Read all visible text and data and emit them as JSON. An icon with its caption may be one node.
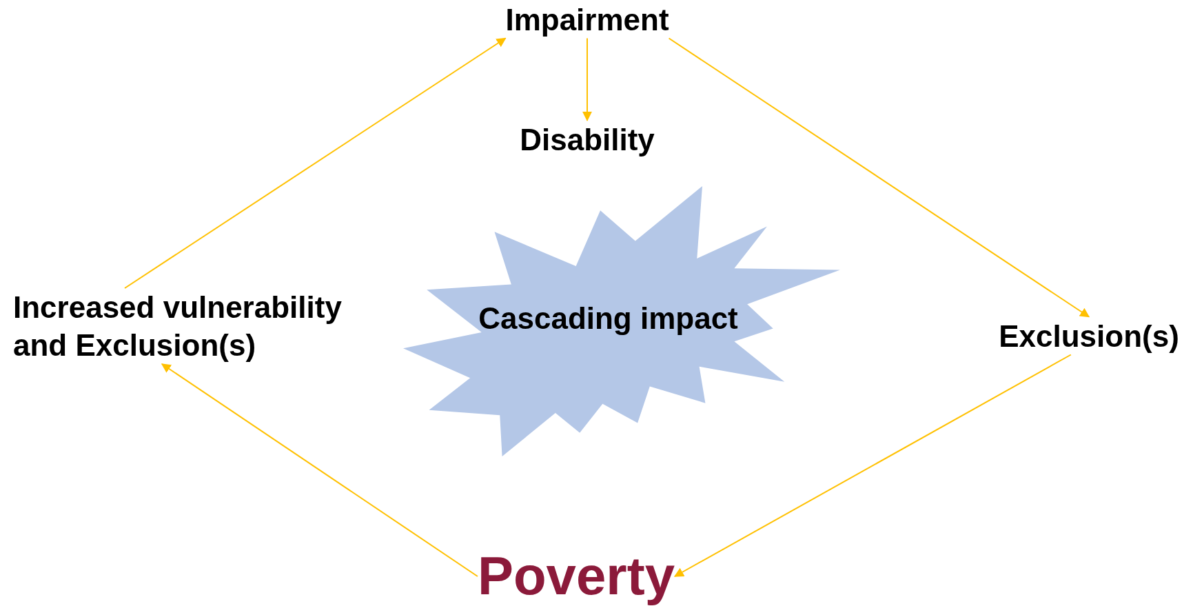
{
  "diagram": {
    "nodes": [
      {
        "text": [
          "Impairment"
        ]
      },
      {
        "text": [
          "Disability"
        ]
      },
      {
        "text": [
          "Cascading impact"
        ]
      },
      {
        "text": [
          "Exclusion(s)"
        ]
      },
      {
        "text": [
          "Increased vulnerability and Exclusion(s)"
        ]
      },
      {
        "text": [
          "Poverty"
        ]
      }
    ],
    "edges": [
      {
        "from": 0,
        "to": 1,
        "arrow": "to"
      },
      {
        "from": 0,
        "to": 3,
        "arrow": "to"
      },
      {
        "from": 3,
        "to": 5,
        "arrow": "to"
      },
      {
        "from": 5,
        "to": 4,
        "arrow": "to"
      },
      {
        "from": 4,
        "to": 0,
        "arrow": "to"
      }
    ]
  }
}
